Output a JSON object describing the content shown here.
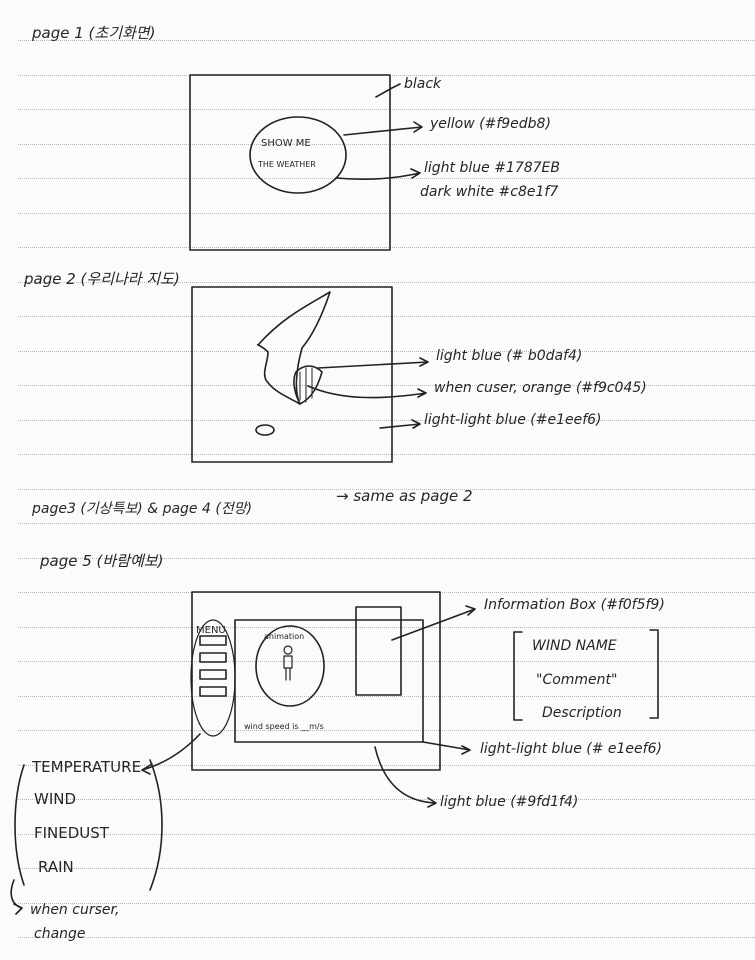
{
  "page1": {
    "heading": "page 1 (초기화면)",
    "frame_label": "black",
    "button_line1": "SHOW ME",
    "button_line2": "THE WEATHER",
    "note_yellow": "yellow (#f9edb8)",
    "note_light_blue": "light blue #1787EB",
    "note_dark_white": "dark white #c8e1f7",
    "colors": {
      "yellow": "#f9edb8",
      "light_blue": "#1787EB",
      "dark_white": "#c8e1f7"
    }
  },
  "page2": {
    "heading": "page 2 (우리나라 지도)",
    "note_light_blue": "light blue (# b0daf4)",
    "note_hover": "when cuser, orange (#f9c045)",
    "note_light_light_blue": "light-light blue (#e1eef6)",
    "colors": {
      "light_blue": "#b0daf4",
      "orange": "#f9c045",
      "light_light_blue": "#e1eef6"
    }
  },
  "page3_4": {
    "heading": "page3 (기상특보) & page 4 (전망)",
    "note": "→ same as page 2"
  },
  "page5": {
    "heading": "page 5 (바람예보)",
    "menu_label": "MENU",
    "animation_label": "animation",
    "wind_speed_text": "wind speed is __m/s",
    "note_info_box": "Information Box (#f0f5f9)",
    "info_lines": [
      "WIND NAME",
      "\"Comment\"",
      "Description"
    ],
    "note_light_light_blue": "light-light blue (# e1eef6)",
    "note_light_blue": "light blue (#9fd1f4)",
    "menu_items": [
      "TEMPERATURE",
      "WIND",
      "FINEDUST",
      "RAIN"
    ],
    "hover_note_line1": "when curser,",
    "hover_note_line2": "change",
    "colors": {
      "info_box": "#f0f5f9",
      "light_light_blue": "#e1eef6",
      "light_blue": "#9fd1f4"
    }
  }
}
